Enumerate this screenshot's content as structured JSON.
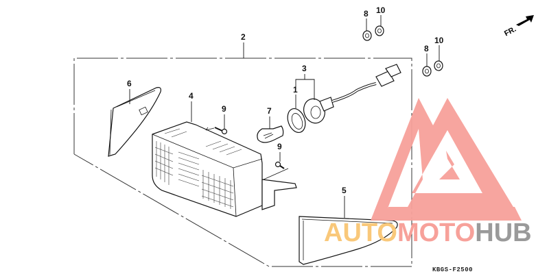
{
  "diagram": {
    "type": "exploded-parts-diagram",
    "subject": "Headlight assembly",
    "reference_code": "KBGS-F2500",
    "direction_indicator": {
      "label": "FR.",
      "icon": "arrow-up-right-icon"
    },
    "callouts": [
      {
        "id": "1",
        "label": "1",
        "part": "gasket-ring"
      },
      {
        "id": "2",
        "label": "2",
        "part": "headlight-assembly-group"
      },
      {
        "id": "3",
        "label": "3",
        "part": "socket-with-harness"
      },
      {
        "id": "4",
        "label": "4",
        "part": "headlight-lens-housing"
      },
      {
        "id": "5",
        "label": "5",
        "part": "right-side-cover"
      },
      {
        "id": "6",
        "label": "6",
        "part": "left-side-cover"
      },
      {
        "id": "7",
        "label": "7",
        "part": "bulb"
      },
      {
        "id": "8a",
        "label": "8",
        "part": "grommet"
      },
      {
        "id": "10a",
        "label": "10",
        "part": "nut"
      },
      {
        "id": "8b",
        "label": "8",
        "part": "grommet"
      },
      {
        "id": "10b",
        "label": "10",
        "part": "nut"
      },
      {
        "id": "9a",
        "label": "9",
        "part": "screw"
      },
      {
        "id": "9b",
        "label": "9",
        "part": "screw"
      }
    ]
  },
  "watermark": {
    "parts": [
      {
        "text": "AUTO",
        "color": "#F9C87A"
      },
      {
        "text": "MOTO",
        "color": "#F7A19A"
      },
      {
        "text": "HUB",
        "color": "#9A9A9A"
      }
    ],
    "logo_color": "#F7A19A"
  }
}
